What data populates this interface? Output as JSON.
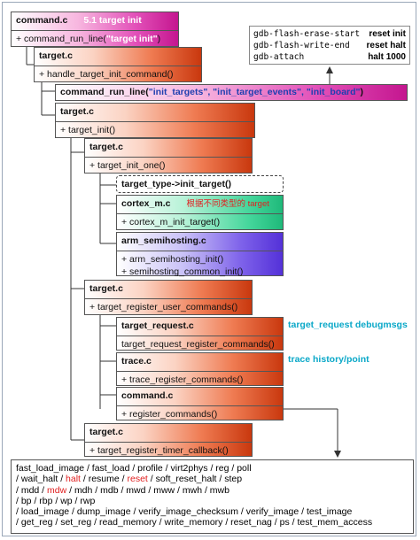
{
  "gdb": [
    {
      "cmd": "gdb-flash-erase-start",
      "action": "reset init"
    },
    {
      "cmd": "gdb-flash-write-end",
      "action": "reset halt"
    },
    {
      "cmd": "gdb-attach",
      "action": "halt 1000"
    }
  ],
  "top": {
    "title": "command.c",
    "tag": "5.1 target init",
    "call_prefix": "+ command_run_line(",
    "call_arg": "\"target init\"",
    "call_suffix": ")"
  },
  "target1": {
    "title": "target.c",
    "call": "+ handle_target_init_command()"
  },
  "cmdrun": {
    "prefix": "command_run_line(",
    "args": "\"init_targets\", \"init_target_events\", \"init_board\"",
    "suffix": ")"
  },
  "target2": {
    "title": "target.c",
    "call": "+ target_init()"
  },
  "target3": {
    "title": "target.c",
    "call": "+ target_init_one()"
  },
  "ttype": {
    "label": "target_type->init_target()"
  },
  "cortex": {
    "title": "cortex_m.c",
    "note": "根据不同类型的 target",
    "call": "+ cortex_m_init_target()"
  },
  "semi": {
    "title": "arm_semihosting.c",
    "calls": [
      "+ arm_semihosting_init()",
      "+ semihosting_common_init()"
    ]
  },
  "target4": {
    "title": "target.c",
    "call": "+ target_register_user_commands()"
  },
  "treq": {
    "title": "target_request.c",
    "call": "target_request_register_commands()",
    "annot": "target_request debugmsgs"
  },
  "trace": {
    "title": "trace.c",
    "call": "+ trace_register_commands()",
    "annot": "trace history/point"
  },
  "cmdc": {
    "title": "command.c",
    "call": "+ register_commands()"
  },
  "target5": {
    "title": "target.c",
    "call": "+ target_register_timer_callback()"
  },
  "commands": {
    "l1": "fast_load_image / fast_load / profile / virt2phys / reg / poll",
    "l2a": "/ wait_halt / ",
    "l2b": "halt",
    "l2c": " / resume / ",
    "l2d": "reset",
    "l2e": " / soft_reset_halt / step",
    "l3a": "/ mdd / ",
    "l3b": "mdw",
    "l3c": " / mdh / mdb / mwd / mww / mwh / mwb",
    "l4": "/ bp / rbp / wp / rwp",
    "l5": "/ load_image / dump_image / verify_image_checksum / verify_image / test_image",
    "l6": "/ get_reg / set_reg / read_memory / write_memory / reset_nag / ps / test_mem_access"
  }
}
